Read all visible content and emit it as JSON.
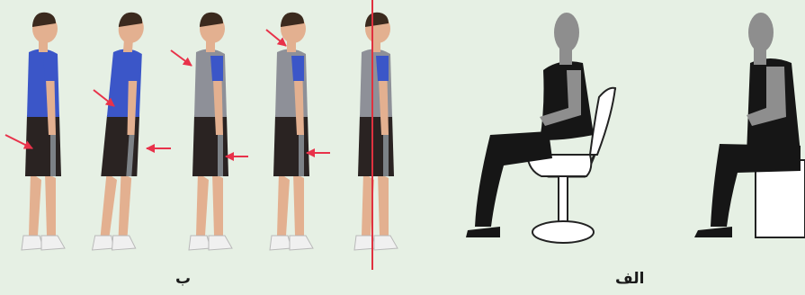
{
  "panel_b": {
    "caption": "ب",
    "figures_count": 5,
    "colors": {
      "shirt": "#3b56c8",
      "shirt_gray": "#8e9098",
      "shorts": "#2a2322",
      "shorts_stripe": "#7c8186",
      "skin": "#e3b090",
      "hair": "#3b2a1e",
      "shoe": "#f0f0f0",
      "arrow": "#e8324a",
      "plumb_line": "#e0313f"
    },
    "icons": [
      "arrow-right-icon",
      "arrow-left-icon",
      "plumb-line-icon"
    ]
  },
  "panel_alef": {
    "caption": "الف",
    "colors": {
      "silhouette_body": "#161616",
      "silhouette_gray": "#8e8e8e",
      "chair_white": "#ffffff",
      "outline": "#222222"
    }
  }
}
